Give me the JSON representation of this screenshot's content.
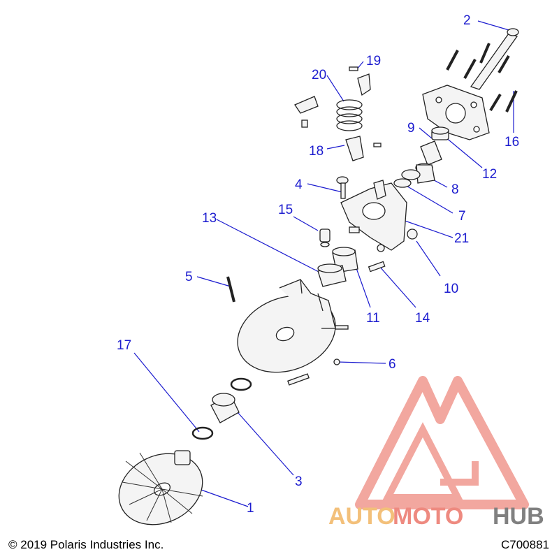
{
  "diagram": {
    "callouts": [
      "1",
      "2",
      "3",
      "4",
      "5",
      "6",
      "7",
      "8",
      "9",
      "10",
      "11",
      "12",
      "13",
      "14",
      "15",
      "16",
      "17",
      "18",
      "19",
      "20",
      "21"
    ],
    "label_color": "#1c1ccf",
    "line_color": "#1c1ccf"
  },
  "footer": {
    "copyright": "© 2019 Polaris Industries Inc.",
    "doc_id": "C700881"
  },
  "watermark": {
    "part1": "AUTO",
    "part2": "MOTO",
    "part3": "HUB",
    "color_auto": "#f3c07a",
    "color_moto": "#ee8a80",
    "color_hub": "#808080",
    "logo_color": "#ee8a80"
  }
}
